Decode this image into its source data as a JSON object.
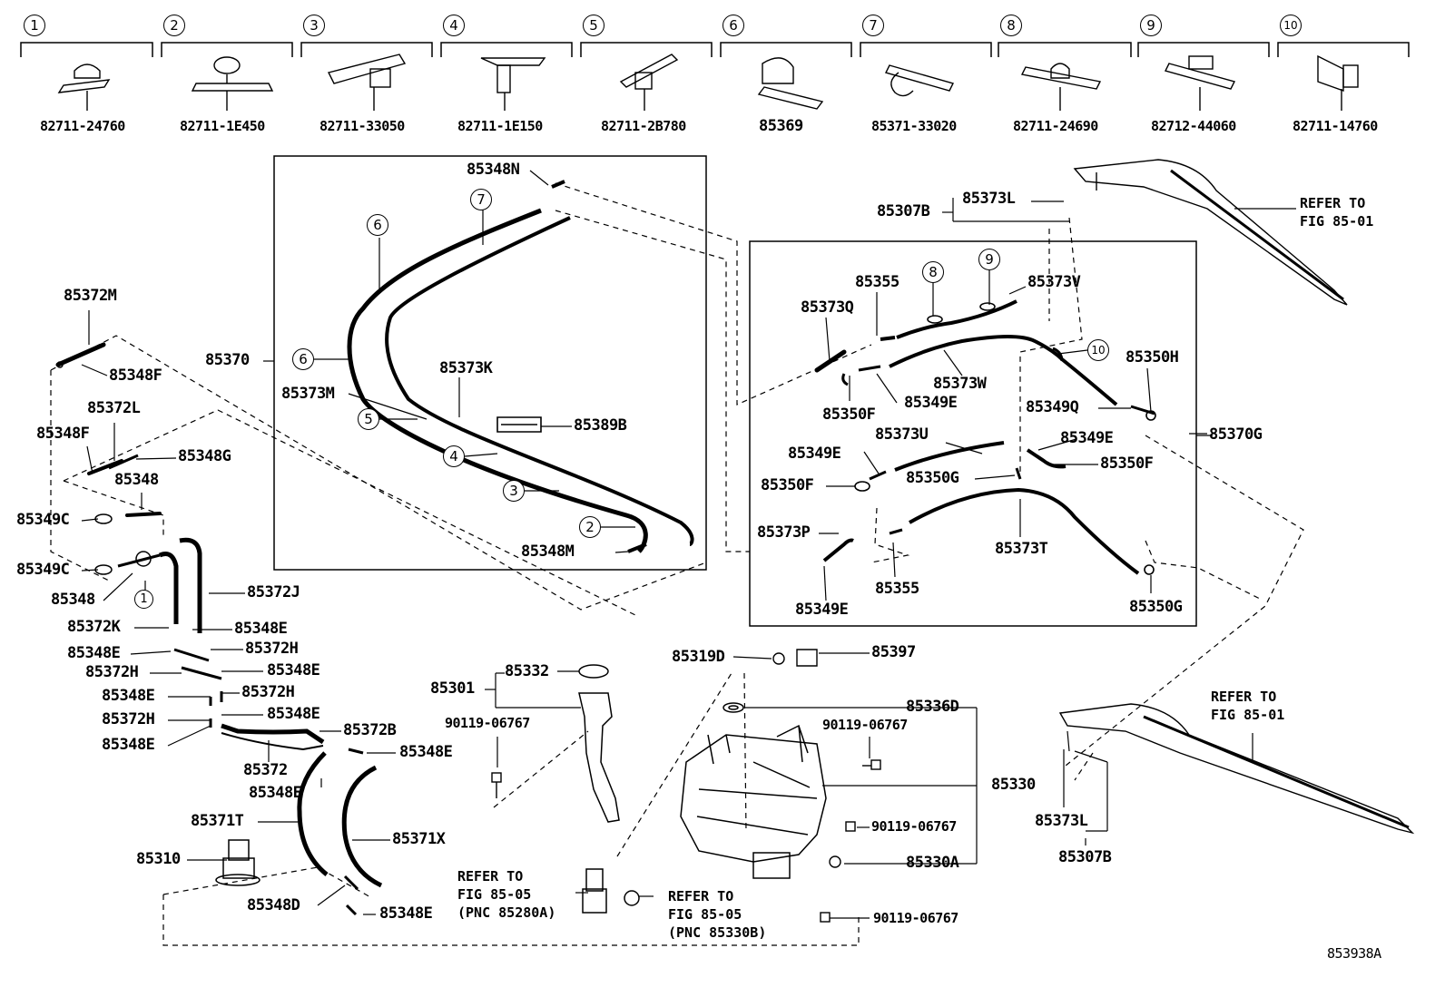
{
  "diagram_id": "853938A",
  "clips": [
    {
      "index": "1",
      "part": "82711-24760",
      "icon": "clip-push-pin-icon"
    },
    {
      "index": "2",
      "part": "82711-1E450",
      "icon": "clip-y-bracket-icon"
    },
    {
      "index": "3",
      "part": "82711-33050",
      "icon": "clip-block-icon"
    },
    {
      "index": "4",
      "part": "82711-1E150",
      "icon": "clip-tab-icon"
    },
    {
      "index": "5",
      "part": "82711-2B780",
      "icon": "clip-tab-icon"
    },
    {
      "index": "6",
      "part": "85369",
      "icon": "clip-grommet-icon"
    },
    {
      "index": "7",
      "part": "85371-33020",
      "icon": "clip-hook-icon"
    },
    {
      "index": "8",
      "part": "82711-24690",
      "icon": "clip-push-pin-icon"
    },
    {
      "index": "9",
      "part": "82712-44060",
      "icon": "clip-strap-icon"
    },
    {
      "index": "10",
      "part": "82711-14760",
      "icon": "clip-bracket-icon"
    }
  ],
  "labels": {
    "l85372M": "85372M",
    "l85348F_a": "85348F",
    "l85372L": "85372L",
    "l85348F_b": "85348F",
    "l85348G": "85348G",
    "l85348_a": "85348",
    "l85349C_a": "85349C",
    "l85349C_b": "85349C",
    "l85348_b": "85348",
    "l85372J": "85372J",
    "l85372K": "85372K",
    "l85348E_1": "85348E",
    "l85348E_2": "85348E",
    "l85372H_1": "85372H",
    "l85372H_2": "85372H",
    "l85348E_3": "85348E",
    "l85348E_4": "85348E",
    "l85372H_3": "85372H",
    "l85372H_4": "85372H",
    "l85348E_5": "85348E",
    "l85348E_6": "85348E",
    "l85372B": "85372B",
    "l85372": "85372",
    "l85348E_7": "85348E",
    "l85348E_8": "85348E",
    "l85371T": "85371T",
    "l85371X": "85371X",
    "l85310": "85310",
    "l85348D": "85348D",
    "l85348E_9": "85348E",
    "l85370": "85370",
    "l85348N": "85348N",
    "l85373K": "85373K",
    "l85373M": "85373M",
    "l85389B": "85389B",
    "l85348M": "85348M",
    "l85307B_a": "85307B",
    "l85373L_a": "85373L",
    "l85355_a": "85355",
    "l85373V": "85373V",
    "l85373Q": "85373Q",
    "l85350H": "85350H",
    "l85373W": "85373W",
    "l85349E_a": "85349E",
    "l85350F_a": "85350F",
    "l85349Q": "85349Q",
    "l85370G": "85370G",
    "l85373U": "85373U",
    "l85349E_b": "85349E",
    "l85349E_c": "85349E",
    "l85350F_b": "85350F",
    "l85350G_a": "85350G",
    "l85350F_c": "85350F",
    "l85373P": "85373P",
    "l85373T": "85373T",
    "l85355_b": "85355",
    "l85349E_d": "85349E",
    "l85350G_b": "85350G",
    "l85301": "85301",
    "l85332": "85332",
    "l90119_a": "90119-06767",
    "l85319D": "85319D",
    "l85397": "85397",
    "l85336D": "85336D",
    "l90119_b": "90119-06767",
    "l85330": "85330",
    "l90119_c": "90119-06767",
    "l85330A": "85330A",
    "l90119_d": "90119-06767",
    "l85373L_b": "85373L",
    "l85307B_b": "85307B"
  },
  "refs": {
    "refer_to": "REFER TO",
    "fig_85_01": "FIG 85-01",
    "fig_85_05": "FIG 85-05",
    "pnc_85280A": "(PNC 85280A)",
    "pnc_85330B": "(PNC 85330B)"
  },
  "callouts": {
    "c1": "1",
    "c2": "2",
    "c3": "3",
    "c4": "4",
    "c5": "5",
    "c6a": "6",
    "c6b": "6",
    "c7": "7",
    "c8": "8",
    "c9": "9",
    "c10": "10"
  }
}
